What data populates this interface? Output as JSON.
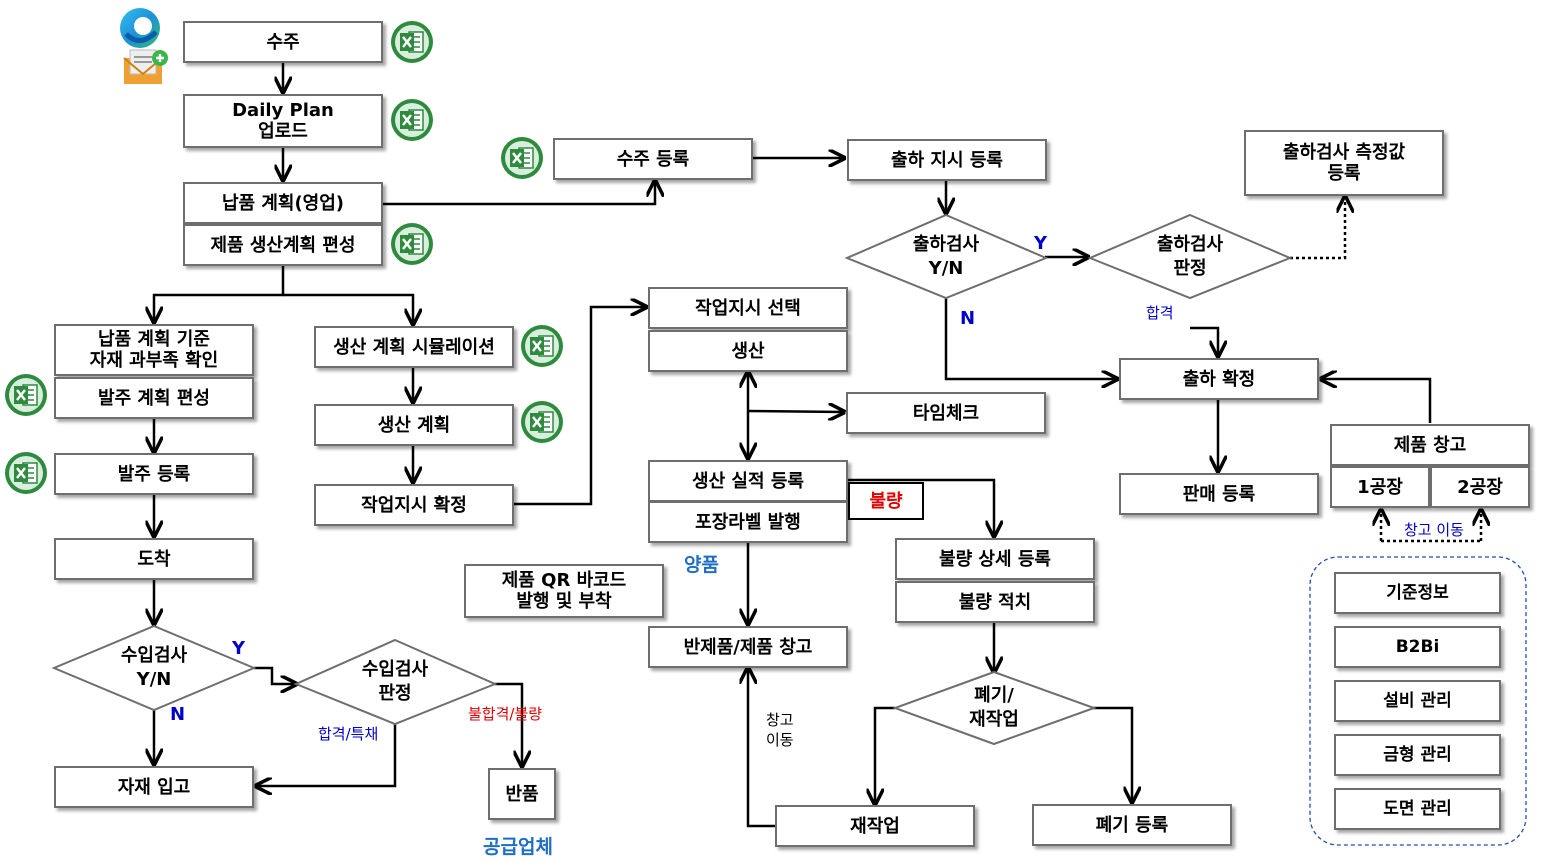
{
  "colors": {
    "excel": "#2e8b3e",
    "excel_bg": "#d9eedf",
    "blue": "#0000cc",
    "red": "#e00000",
    "accent_blue": "#1f6ec6"
  },
  "icons": {
    "top_left": [
      "edge-browser-icon",
      "email-icon"
    ],
    "spreadsheet": "excel-icon"
  },
  "boxes": {
    "order": "수주",
    "daily_plan": "Daily Plan\n업로드",
    "delivery_plan": "납품 계획(영업)",
    "product_plan_edit": "제품 생산계획 편성",
    "material_check": "납품 계획 기준\n자재 과부족 확인",
    "purchase_plan_edit": "발주 계획 편성",
    "purchase_register": "발주 등록",
    "arrival": "도착",
    "material_receipt": "자재 입고",
    "return": "반품",
    "sim": "생산 계획 시뮬레이션",
    "prod_plan": "생산 계획",
    "work_order_confirm": "작업지시 확정",
    "order_register": "수주 등록",
    "work_order_select": "작업지시 선택",
    "production": "생산",
    "timecheck": "타임체크",
    "prod_result": "생산 실적 등록",
    "pack_label": "포장라벨 발행",
    "qr": "제품 QR 바코드\n발행 및 부착",
    "warehouse": "반제품/제품 창고",
    "defect_detail": "불량 상세 등록",
    "defect_load": "불량 적치",
    "rework": "재작업",
    "disposal": "폐기 등록",
    "ship_instr": "출하 지시 등록",
    "ship_measure": "출하검사 측정값\n등록",
    "ship_confirm": "출하 확정",
    "sales_register": "판매 등록",
    "product_wh": "제품 창고",
    "factory1": "1공장",
    "factory2": "2공장"
  },
  "decisions": {
    "incoming": "수입검사\nY/N",
    "incoming_judge": "수입검사\n판정",
    "disposal_decision": "폐기/\n재작업",
    "ship_inspect": "출하검사\nY/N",
    "ship_judge": "출하검사\n판정"
  },
  "labels": {
    "y1": "Y",
    "n1": "N",
    "pass_special": "합격/특채",
    "fail_defect": "불합격/불량",
    "supplier": "공급업체",
    "good": "양품",
    "defect": "불량",
    "wh_move": "창고\n이동",
    "y2": "Y",
    "n2": "N",
    "pass": "합격",
    "wh_move2": "창고 이동"
  },
  "legend": [
    "기준정보",
    "B2Bi",
    "설비 관리",
    "금형 관리",
    "도면 관리"
  ]
}
